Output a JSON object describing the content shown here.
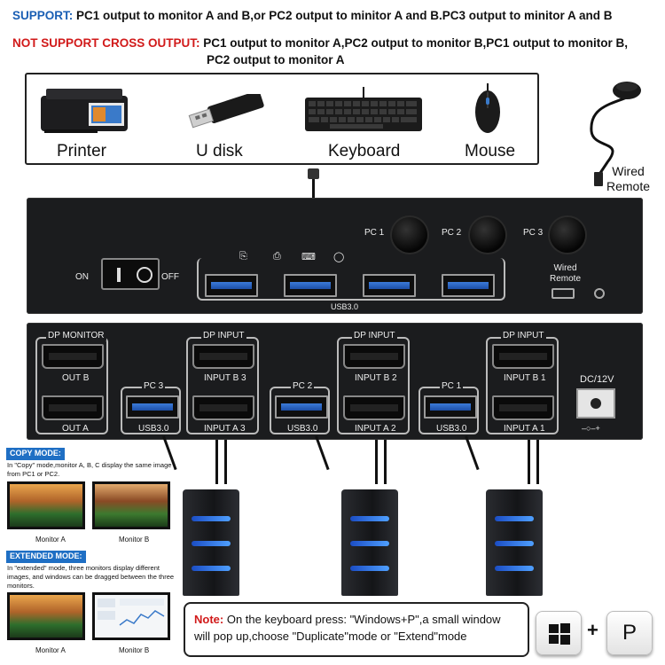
{
  "header": {
    "support_label": "SUPPORT:",
    "support_text": "PC1 output to monitor A and B,or PC2 output to minitor A and B.PC3 output to minitor A and B",
    "no_support_label": "NOT SUPPORT CROSS OUTPUT:",
    "no_support_line1": "PC1 output to monitor A,PC2 output to monitor B,PC1 output to monitor B,",
    "no_support_line2": "PC2 output to monitor A"
  },
  "peripherals": [
    {
      "label": "Printer",
      "icon": "printer-icon"
    },
    {
      "label": "U disk",
      "icon": "usb-disk-icon"
    },
    {
      "label": "Keyboard",
      "icon": "keyboard-icon"
    },
    {
      "label": "Mouse",
      "icon": "mouse-icon"
    }
  ],
  "remote": {
    "line1": "Wired",
    "line2": "Remote"
  },
  "front_panel": {
    "on": "ON",
    "off": "OFF",
    "pc1": "PC 1",
    "pc2": "PC 2",
    "pc3": "PC 3",
    "usb": "USB3.0",
    "remote_line1": "Wired",
    "remote_line2": "Remote"
  },
  "rear_panel": {
    "dp_monitor": "DP MONITOR",
    "out_b": "OUT B",
    "out_a": "OUT A",
    "dp_input": "DP INPUT",
    "pc3": "PC 3",
    "pc2": "PC 2",
    "pc1": "PC 1",
    "input_b3": "INPUT B 3",
    "input_b2": "INPUT B 2",
    "input_b1": "INPUT B 1",
    "input_a3": "INPUT A 3",
    "input_a2": "INPUT A 2",
    "input_a1": "INPUT A 1",
    "usb": "USB3.0",
    "dc": "DC/12V"
  },
  "modes": {
    "copy_title": "COPY MODE:",
    "copy_text": "In \"Copy\" mode,monitor A, B, C display the same image from PC1 or PC2.",
    "extended_title": "EXTENDED MODE:",
    "extended_text": "In \"extended\" mode, three monitors display different images, and windows can be dragged between the three monitors.",
    "monitor_a": "Monitor A",
    "monitor_b": "Monitor B"
  },
  "note": {
    "label": "Note:",
    "text": " On the keyboard press: \"Windows+P\",a small window will pop up,choose \"Duplicate\"mode or \"Extend\"mode",
    "plus": "+",
    "key_p": "P"
  },
  "colors": {
    "blue": "#1a5fb4",
    "red": "#d11a1a",
    "device": "#1b1c1e"
  }
}
